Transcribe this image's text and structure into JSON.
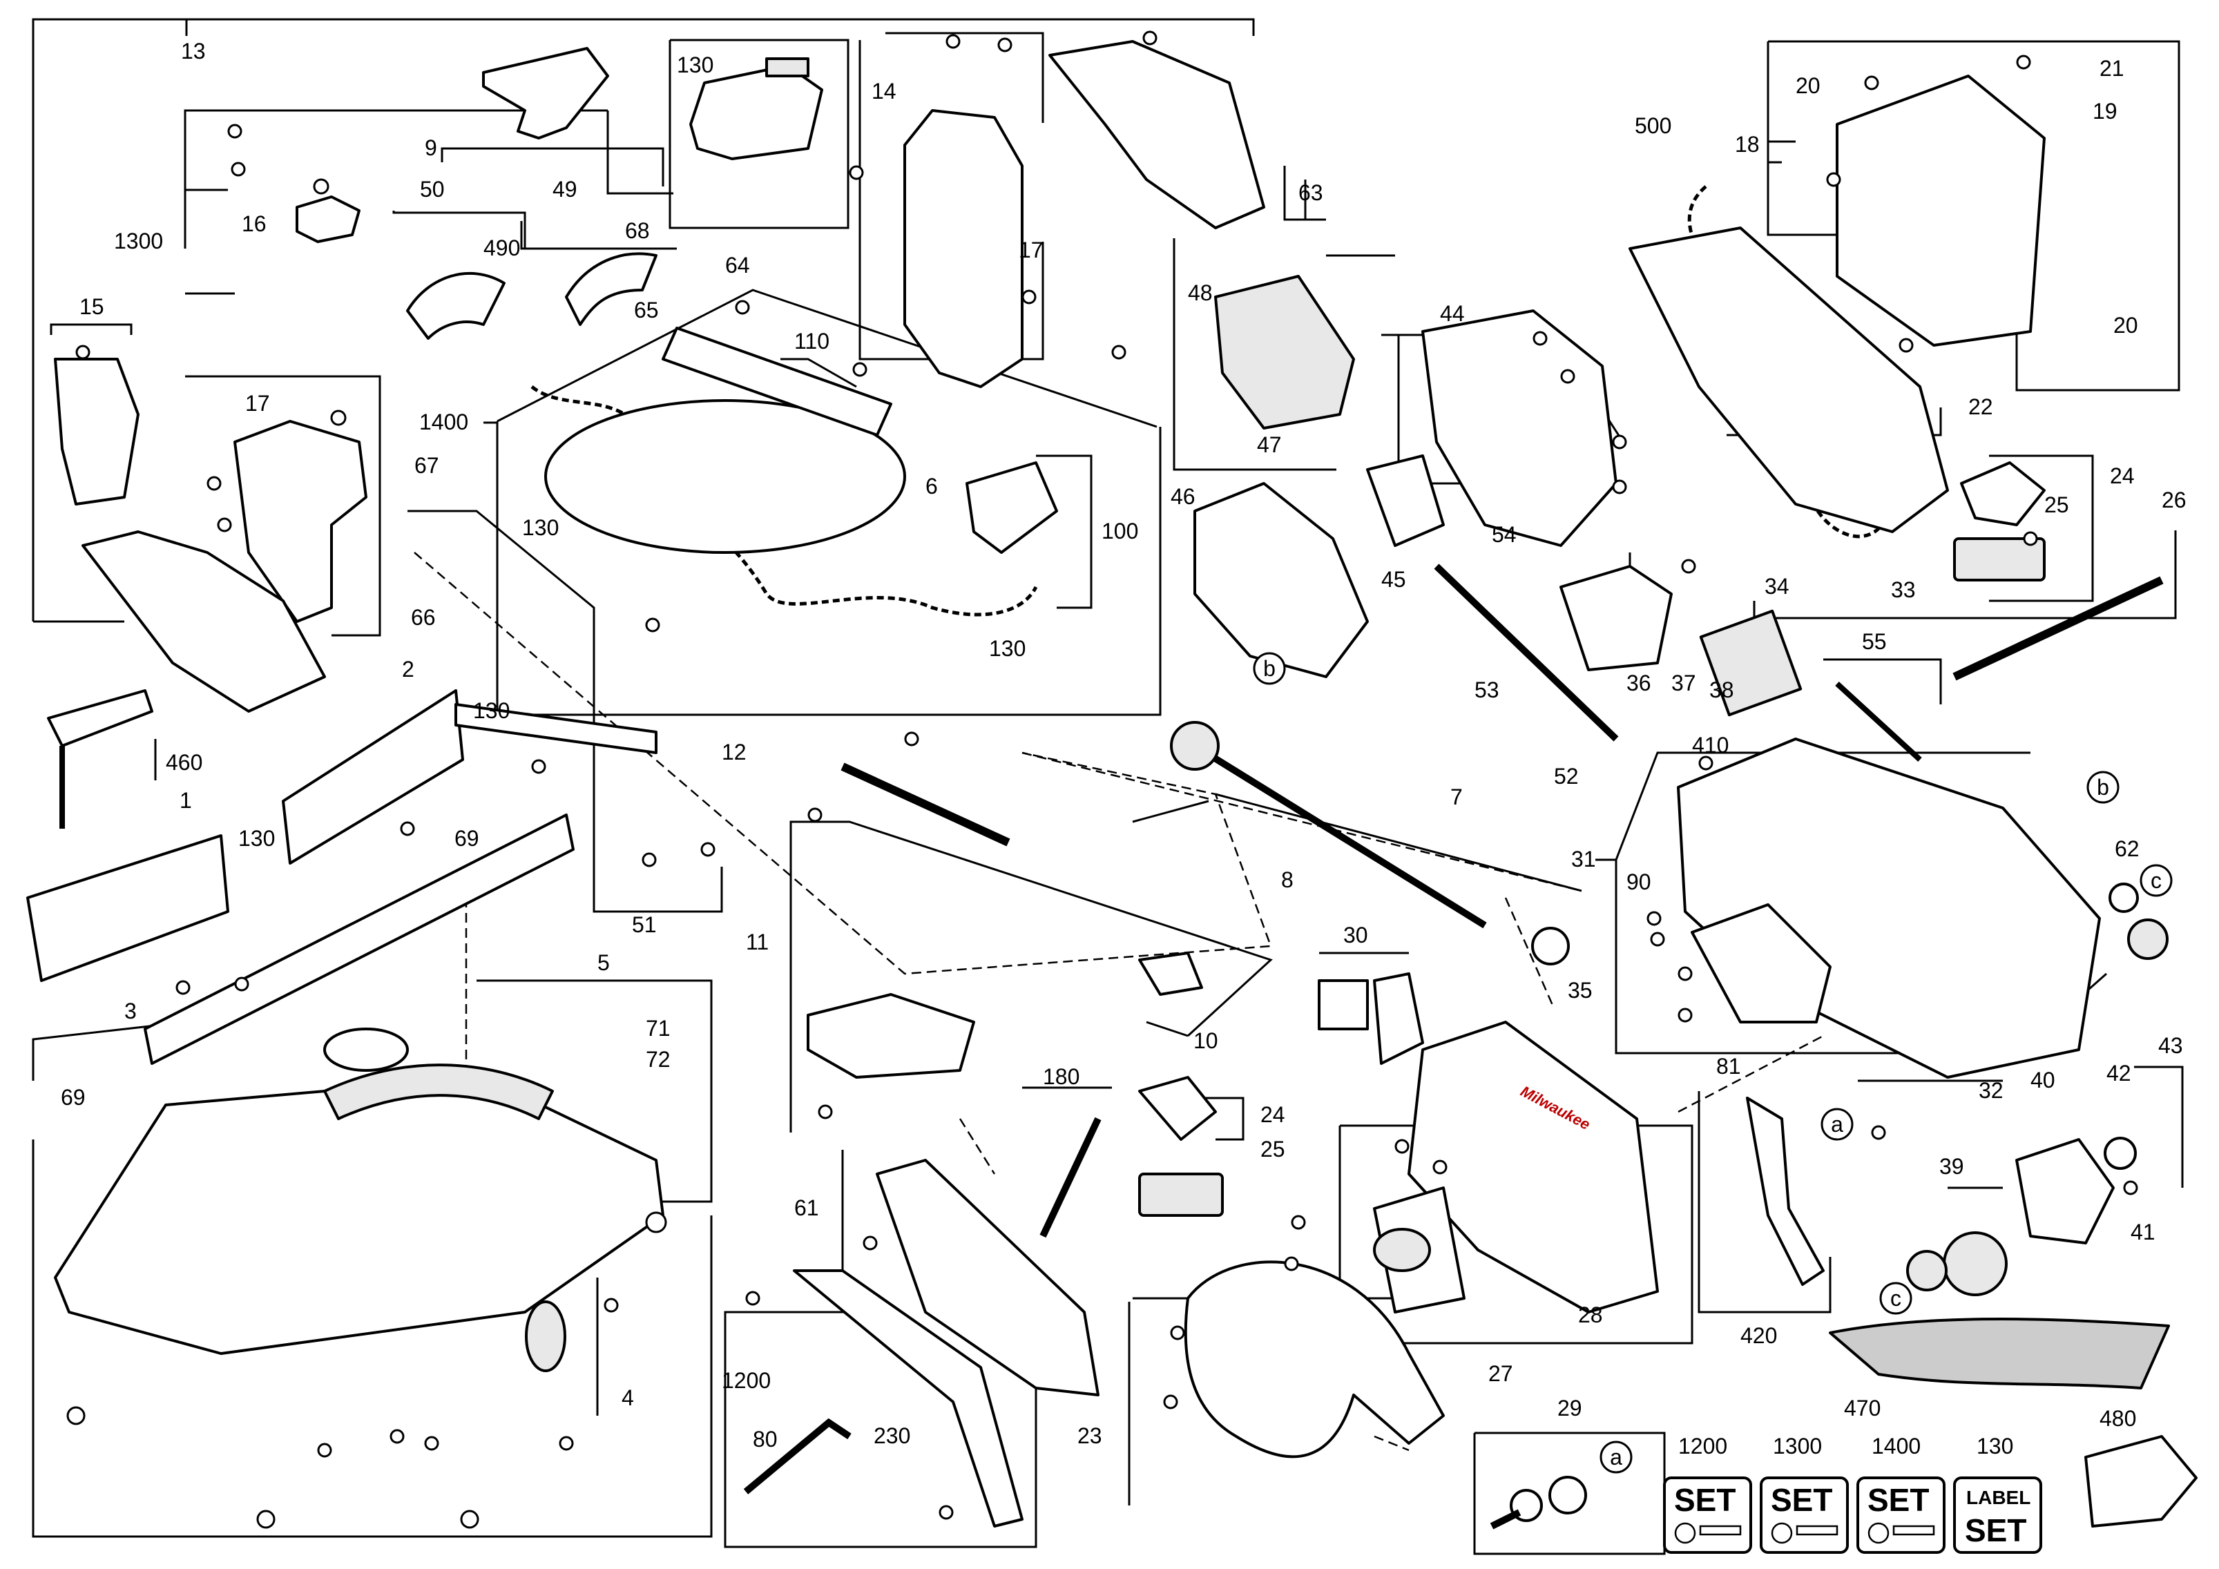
{
  "diagram": {
    "callouts": [
      {
        "id": "13",
        "text": "13"
      },
      {
        "id": "1300",
        "text": "1300"
      },
      {
        "id": "9",
        "text": "9"
      },
      {
        "id": "50",
        "text": "50"
      },
      {
        "id": "49",
        "text": "49"
      },
      {
        "id": "490",
        "text": "490"
      },
      {
        "id": "68",
        "text": "68"
      },
      {
        "id": "16",
        "text": "16"
      },
      {
        "id": "15",
        "text": "15"
      },
      {
        "id": "17a",
        "text": "17"
      },
      {
        "id": "130a",
        "text": "130"
      },
      {
        "id": "14",
        "text": "14"
      },
      {
        "id": "17b",
        "text": "17"
      },
      {
        "id": "64",
        "text": "64"
      },
      {
        "id": "65",
        "text": "65"
      },
      {
        "id": "110",
        "text": "110"
      },
      {
        "id": "1400",
        "text": "1400"
      },
      {
        "id": "67",
        "text": "67"
      },
      {
        "id": "6",
        "text": "6"
      },
      {
        "id": "100",
        "text": "100"
      },
      {
        "id": "130b",
        "text": "130"
      },
      {
        "id": "130c",
        "text": "130"
      },
      {
        "id": "66",
        "text": "66"
      },
      {
        "id": "48",
        "text": "48"
      },
      {
        "id": "63",
        "text": "63"
      },
      {
        "id": "47",
        "text": "47"
      },
      {
        "id": "46",
        "text": "46"
      },
      {
        "id": "44",
        "text": "44"
      },
      {
        "id": "45",
        "text": "45"
      },
      {
        "id": "54",
        "text": "54"
      },
      {
        "id": "53",
        "text": "53"
      },
      {
        "id": "52",
        "text": "52"
      },
      {
        "id": "36",
        "text": "36"
      },
      {
        "id": "37",
        "text": "37"
      },
      {
        "id": "38",
        "text": "38"
      },
      {
        "id": "500",
        "text": "500"
      },
      {
        "id": "18",
        "text": "18"
      },
      {
        "id": "20a",
        "text": "20"
      },
      {
        "id": "21",
        "text": "21"
      },
      {
        "id": "19",
        "text": "19"
      },
      {
        "id": "20b",
        "text": "20"
      },
      {
        "id": "22",
        "text": "22"
      },
      {
        "id": "24a",
        "text": "24"
      },
      {
        "id": "25a",
        "text": "25"
      },
      {
        "id": "26",
        "text": "26"
      },
      {
        "id": "34",
        "text": "34"
      },
      {
        "id": "33",
        "text": "33"
      },
      {
        "id": "55",
        "text": "55"
      },
      {
        "id": "2",
        "text": "2"
      },
      {
        "id": "130d",
        "text": "130"
      },
      {
        "id": "12",
        "text": "12"
      },
      {
        "id": "460",
        "text": "460"
      },
      {
        "id": "1",
        "text": "1"
      },
      {
        "id": "130e",
        "text": "130"
      },
      {
        "id": "69a",
        "text": "69"
      },
      {
        "id": "51",
        "text": "51"
      },
      {
        "id": "3",
        "text": "3"
      },
      {
        "id": "69b",
        "text": "69"
      },
      {
        "id": "5",
        "text": "5"
      },
      {
        "id": "71",
        "text": "71"
      },
      {
        "id": "72",
        "text": "72"
      },
      {
        "id": "11",
        "text": "11"
      },
      {
        "id": "10",
        "text": "10"
      },
      {
        "id": "7",
        "text": "7"
      },
      {
        "id": "8",
        "text": "8"
      },
      {
        "id": "30",
        "text": "30"
      },
      {
        "id": "410",
        "text": "410"
      },
      {
        "id": "31",
        "text": "31"
      },
      {
        "id": "90",
        "text": "90"
      },
      {
        "id": "35",
        "text": "35"
      },
      {
        "id": "62",
        "text": "62"
      },
      {
        "id": "81",
        "text": "81"
      },
      {
        "id": "32",
        "text": "32"
      },
      {
        "id": "42",
        "text": "42"
      },
      {
        "id": "43",
        "text": "43"
      },
      {
        "id": "40",
        "text": "40"
      },
      {
        "id": "41",
        "text": "41"
      },
      {
        "id": "39",
        "text": "39"
      },
      {
        "id": "180",
        "text": "180"
      },
      {
        "id": "24b",
        "text": "24"
      },
      {
        "id": "25b",
        "text": "25"
      },
      {
        "id": "61",
        "text": "61"
      },
      {
        "id": "4",
        "text": "4"
      },
      {
        "id": "1200",
        "text": "1200"
      },
      {
        "id": "80",
        "text": "80"
      },
      {
        "id": "230",
        "text": "230"
      },
      {
        "id": "23",
        "text": "23"
      },
      {
        "id": "28",
        "text": "28"
      },
      {
        "id": "27",
        "text": "27"
      },
      {
        "id": "420",
        "text": "420"
      },
      {
        "id": "470",
        "text": "470"
      },
      {
        "id": "480",
        "text": "480"
      },
      {
        "id": "29",
        "text": "29"
      }
    ],
    "circle_markers": [
      {
        "id": "b1",
        "text": "b"
      },
      {
        "id": "b2",
        "text": "b"
      },
      {
        "id": "c1",
        "text": "c"
      },
      {
        "id": "c2",
        "text": "c"
      },
      {
        "id": "a1",
        "text": "a"
      },
      {
        "id": "a2",
        "text": "a"
      }
    ],
    "brand_text": "Milwaukee",
    "kits": [
      {
        "number": "1200",
        "word": "SET"
      },
      {
        "number": "1300",
        "word": "SET"
      },
      {
        "number": "1400",
        "word": "SET"
      },
      {
        "number": "130",
        "word_top": "LABEL",
        "word": "SET"
      }
    ]
  }
}
